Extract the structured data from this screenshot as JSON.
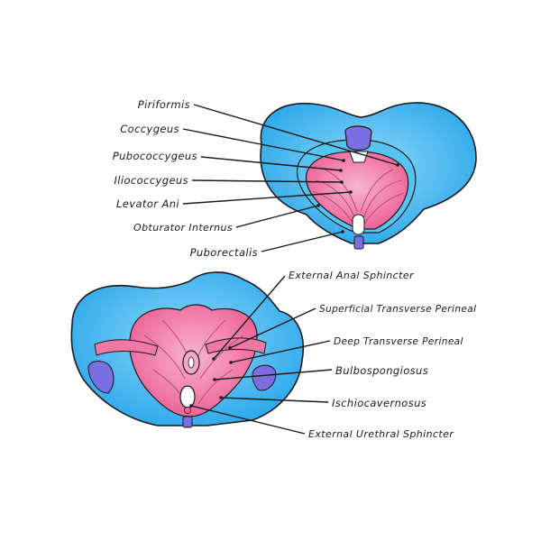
{
  "upper_labels": {
    "piriformis": "Piriformis",
    "coccygeus": "Coccygeus",
    "pubococcygeus": "Pubococcygeus",
    "iliococcygeus": "Iliococcygeus",
    "levator_ani": "Levator Ani",
    "obturator_internus": "Obturator Internus",
    "puborectalis": "Puborectalis"
  },
  "lower_labels": {
    "external_anal_sphincter": "External Anal Sphincter",
    "superficial_transverse_perineal": "Superficial Transverse Perineal",
    "deep_transverse_perineal": "Deep Transverse Perineal",
    "bulbospongiosus": "Bulbospongiosus",
    "ischiocavernosus": "Ischiocavernosus",
    "external_urethral_sphincter": "External Urethral Sphincter"
  },
  "colors": {
    "bone": "#3fb8f0",
    "bone_dark": "#1f8fd6",
    "muscle": "#f0699b",
    "muscle_light": "#f7a8c6",
    "accent_purple": "#7a6ee0",
    "outline": "#1a1a1a"
  }
}
